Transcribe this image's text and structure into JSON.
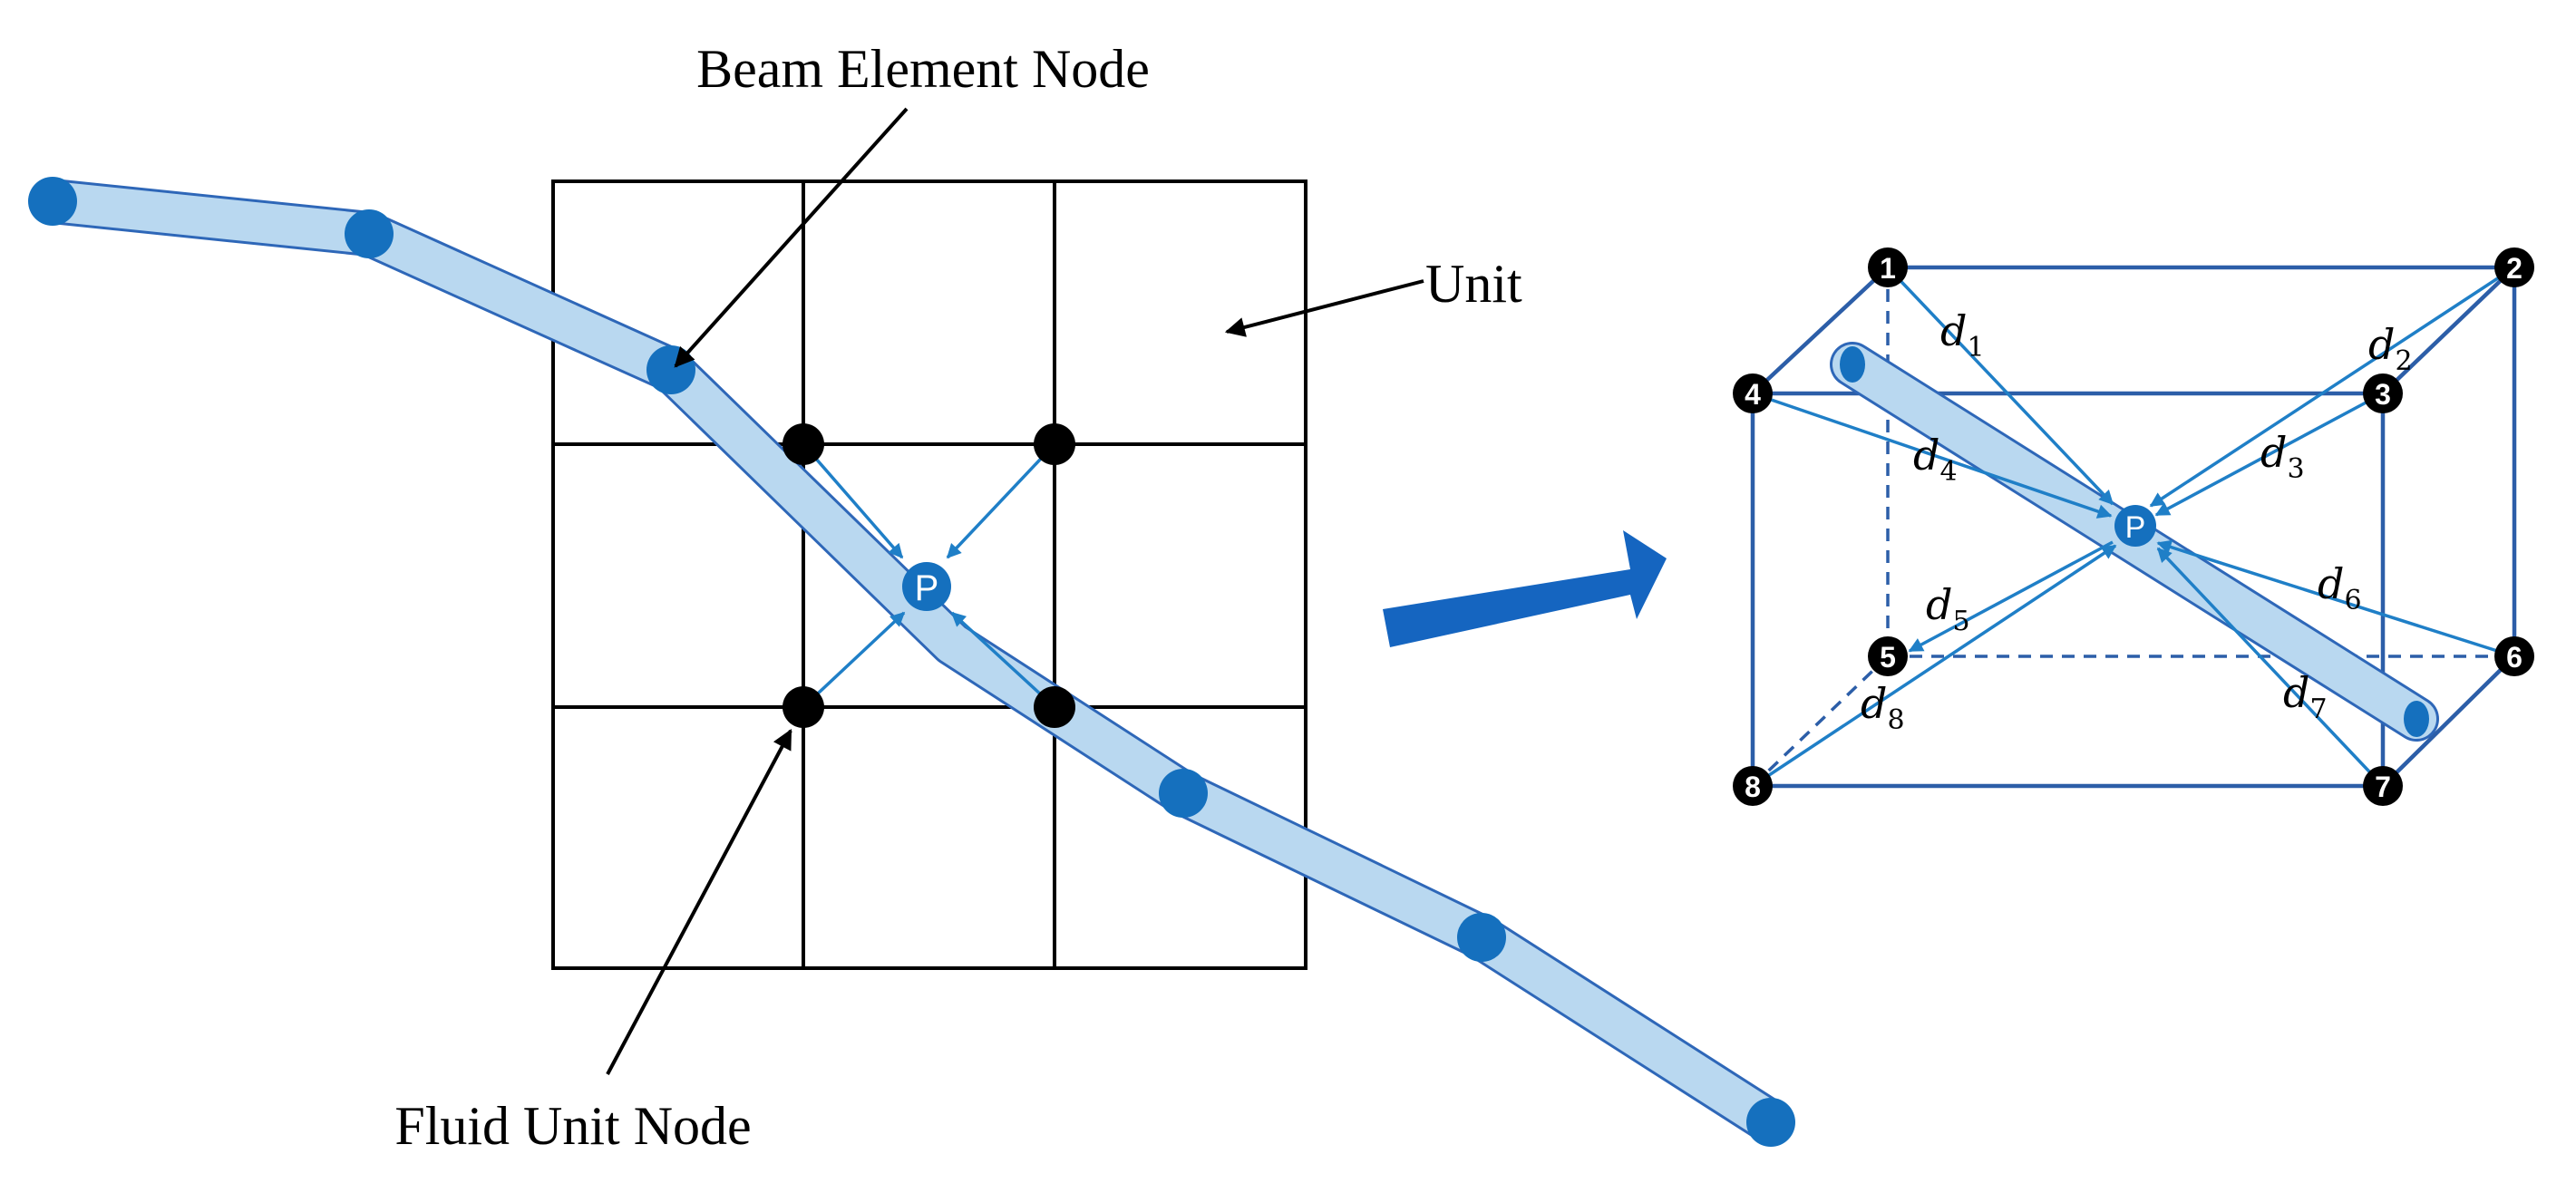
{
  "labels": {
    "beam_element_node": "Beam Element Node",
    "unit": "Unit",
    "fluid_unit_node": "Fluid Unit Node",
    "point": "P"
  },
  "cube": {
    "nodes": [
      "1",
      "2",
      "3",
      "4",
      "5",
      "6",
      "7",
      "8"
    ],
    "distances": [
      {
        "base": "d",
        "sub": "1"
      },
      {
        "base": "d",
        "sub": "2"
      },
      {
        "base": "d",
        "sub": "3"
      },
      {
        "base": "d",
        "sub": "4"
      },
      {
        "base": "d",
        "sub": "5"
      },
      {
        "base": "d",
        "sub": "6"
      },
      {
        "base": "d",
        "sub": "7"
      },
      {
        "base": "d",
        "sub": "8"
      }
    ]
  },
  "colors": {
    "beam_fill": "#b9d8f0",
    "beam_stroke": "#2e67b8",
    "node_blue": "#1570be",
    "arrow_blue": "#1f7fc7",
    "cube_edge": "#2c5ea8",
    "grid": "#000000",
    "big_arrow": "#1565c0"
  }
}
